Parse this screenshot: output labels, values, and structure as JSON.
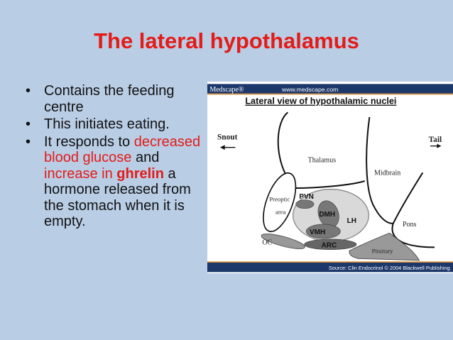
{
  "title": "The lateral hypothalamus",
  "bullets": [
    {
      "text": "Contains the feeding centre"
    },
    {
      "text": "This initiates eating."
    },
    {
      "parts": [
        "It responds to ",
        "decreased blood glucose",
        " and ",
        "increase in ",
        "ghrelin",
        " a hormone released from the stomach when it is empty."
      ]
    }
  ],
  "figure": {
    "brand": "Medscape®",
    "url": "www.medscape.com",
    "heading": "Lateral view of hypothalamic nuclei",
    "source": "Source: Clin Endocrinol © 2004 Blackwell Publishing",
    "labels": {
      "snout": "Snout",
      "tail": "Tail",
      "thalamus": "Thalamus",
      "midbrain": "Midbrain",
      "preoptic": "Preoptic",
      "area": "area",
      "pvn": "PVN",
      "dmh": "DMH",
      "lh": "LH",
      "vmh": "VMH",
      "arc": "ARC",
      "oc": "OC",
      "pons": "Pons",
      "pituitary": "Pituitary"
    }
  }
}
